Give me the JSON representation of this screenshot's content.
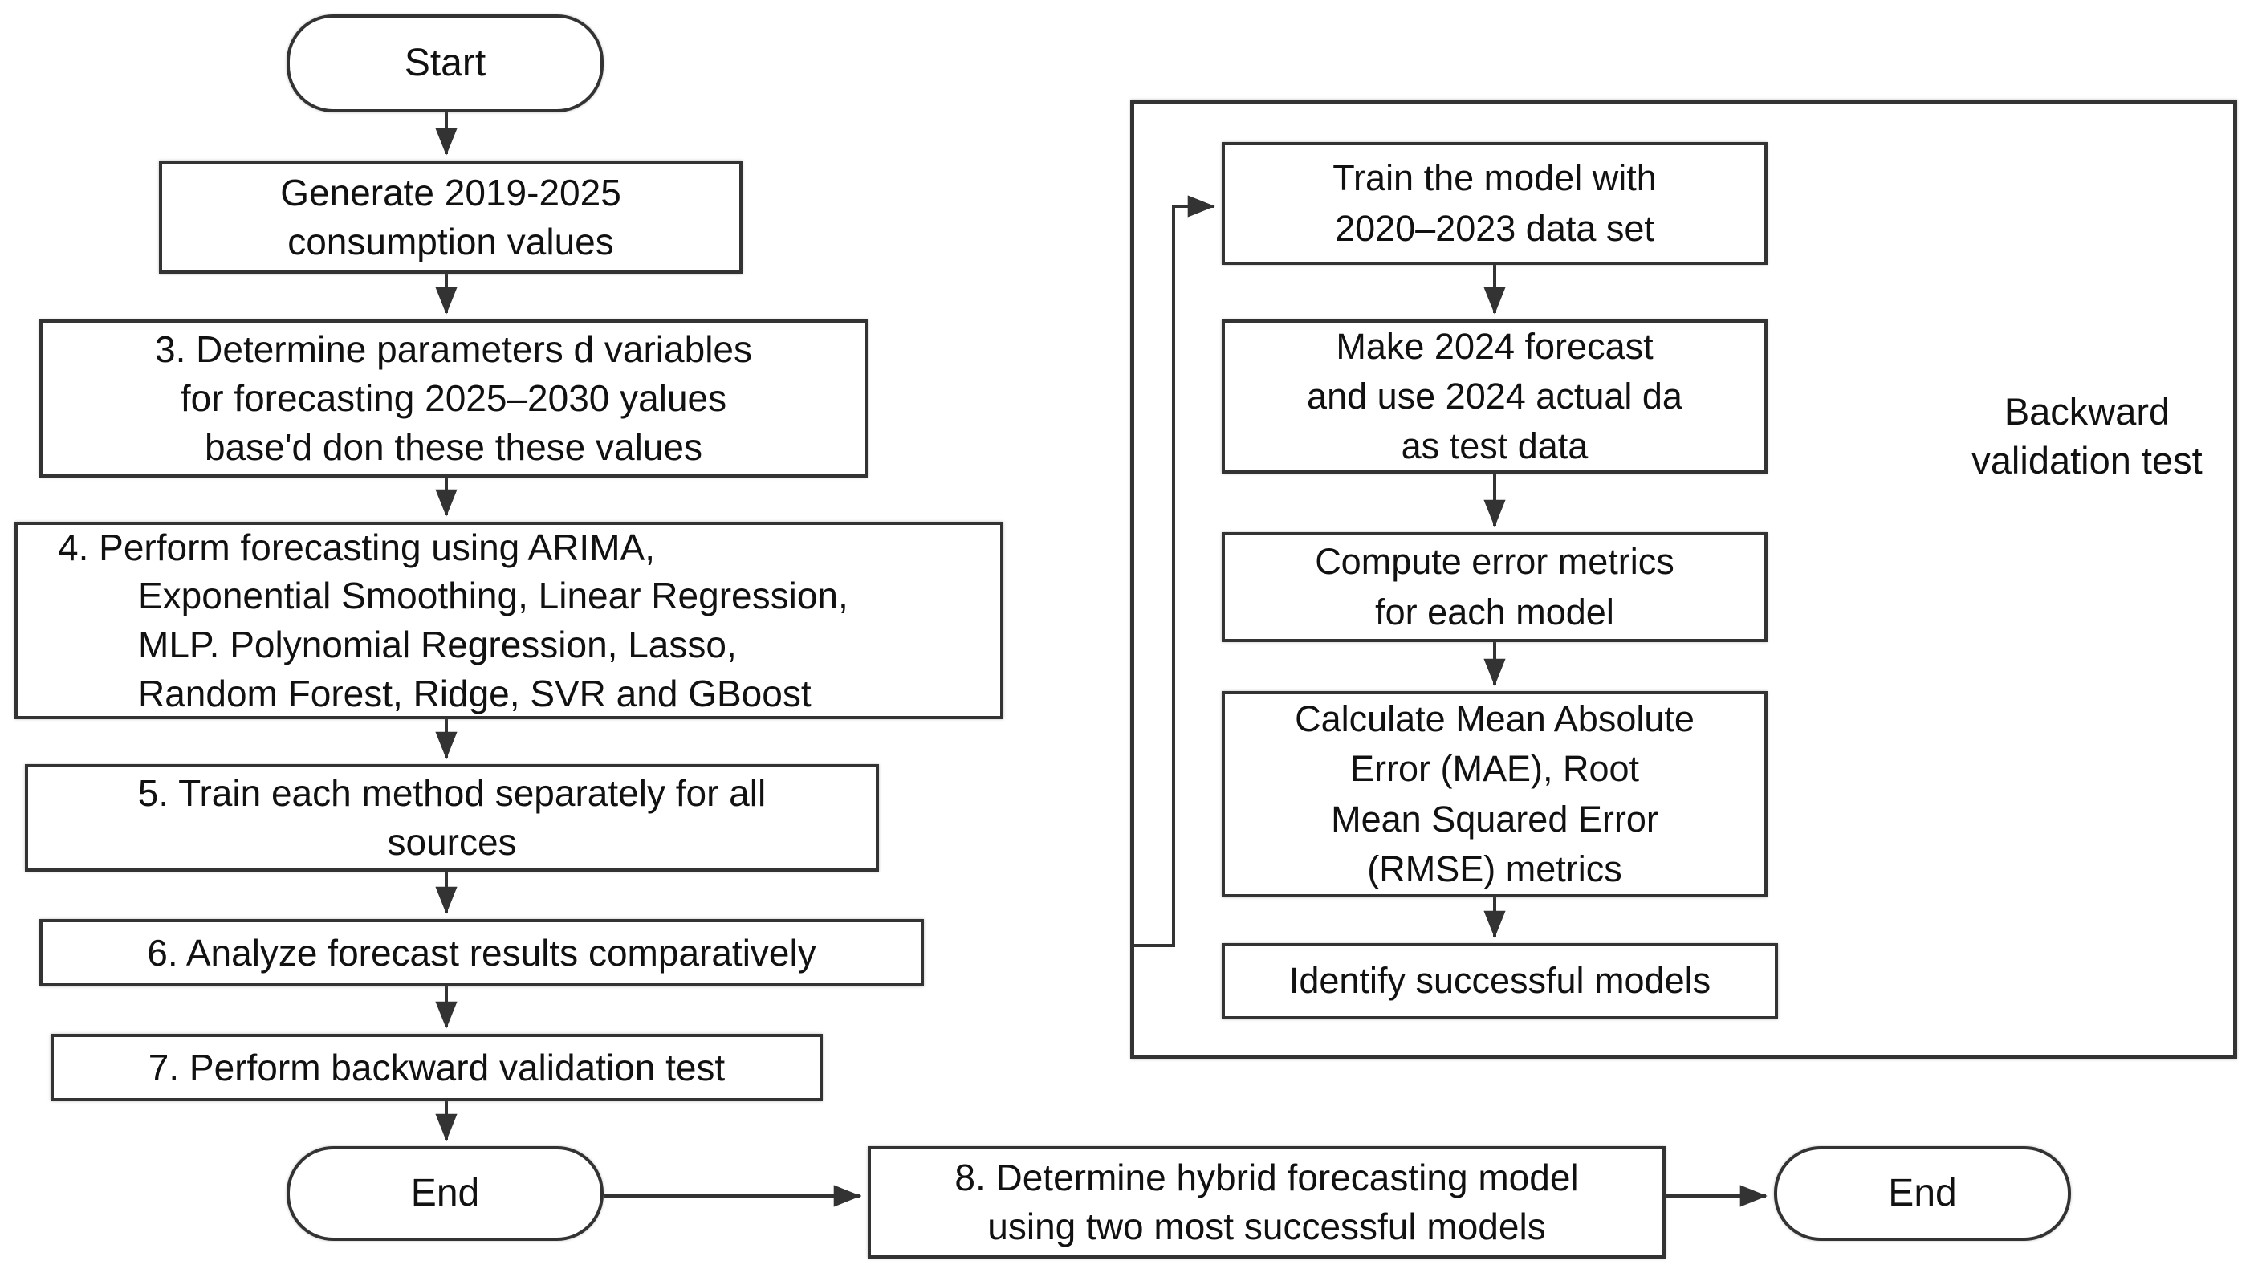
{
  "flowchart": {
    "left": {
      "start": "Start",
      "step_generate": "Generate 2019-2025\nconsumption values",
      "step3": "3. Determine parameters d variables\nfor forecasting 2025–2030 yalues\nbase'd don these these values",
      "step4": "4. Perform forecasting using ARIMA,\nExponential Smoothing, Linear Regression,\nMLP. Polynomial Regression, Lasso,\nRandom Forest, Ridge, SVR and GBoost",
      "step5": "5. Train each method separately for all\nsources",
      "step6": "6. Analyze forecast results comparatively",
      "step7": "7. Perform backward validation test",
      "end": "End"
    },
    "backward_validation": {
      "label": "Backward\nvalidation test",
      "step_train": "Train the model with\n2020–2023 data set",
      "step_forecast": "Make 2024 forecast\nand use 2024 actual da\nas test data",
      "step_compute": "Compute error metrics\nfor each model",
      "step_calculate": "Calculate Mean Absolute\nError (MAE), Root\nMean Squared Error\n(RMSE) metrics",
      "step_identify": "Identify successful models"
    },
    "bottom": {
      "step8": "8. Determine hybrid forecasting model\nusing two most successful models",
      "end": "End"
    },
    "colors": {
      "ink": "#333333",
      "text": "#111111",
      "background": "#ffffff"
    }
  }
}
